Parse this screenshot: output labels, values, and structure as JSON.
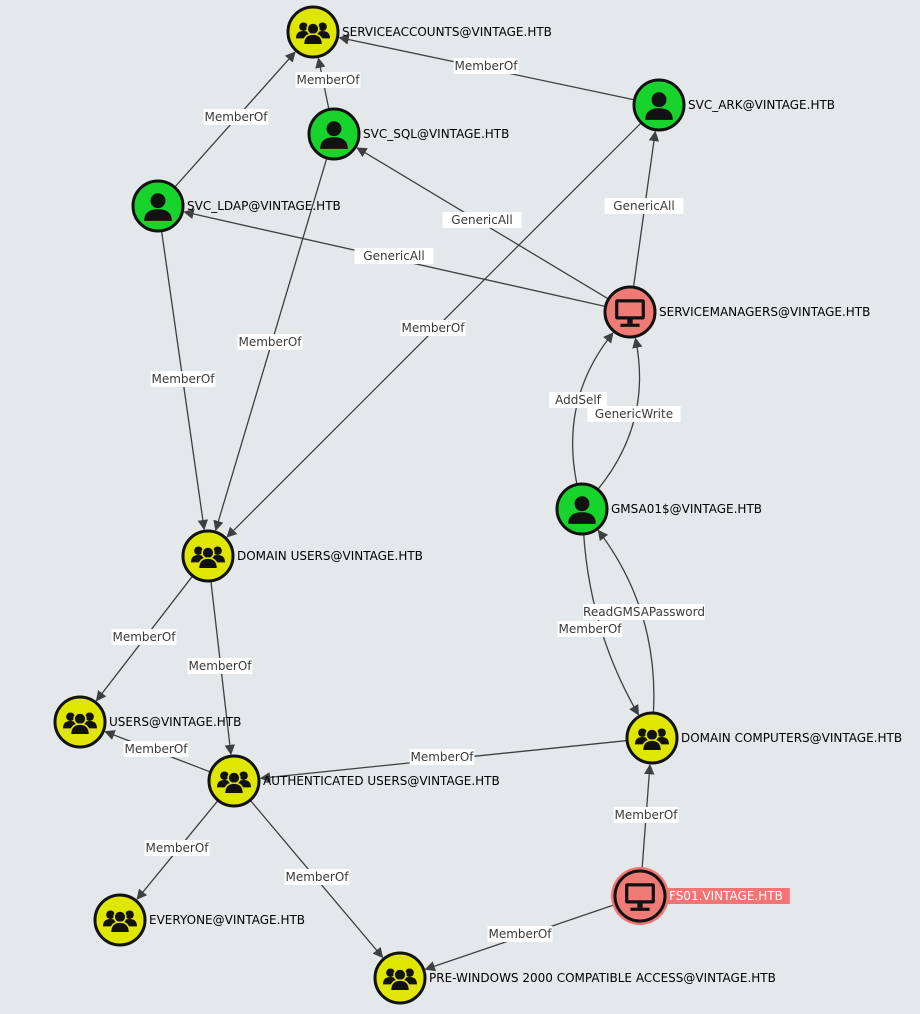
{
  "colors": {
    "group": "#dfe600",
    "user": "#17d32c",
    "computer": "#ef7b76",
    "highlight_ring": "#f47373",
    "highlight_label": "#f47373"
  },
  "nodes": [
    {
      "id": "serviceaccounts",
      "label": "SERVICEACCOUNTS@VINTAGE.HTB",
      "kind": "group",
      "icon": "group-icon"
    },
    {
      "id": "svc_sql",
      "label": "SVC_SQL@VINTAGE.HTB",
      "kind": "user",
      "icon": "user-icon"
    },
    {
      "id": "svc_ark",
      "label": "SVC_ARK@VINTAGE.HTB",
      "kind": "user",
      "icon": "user-icon"
    },
    {
      "id": "svc_ldap",
      "label": "SVC_LDAP@VINTAGE.HTB",
      "kind": "user",
      "icon": "user-icon"
    },
    {
      "id": "servicemanagers",
      "label": "SERVICEMANAGERS@VINTAGE.HTB",
      "kind": "computer",
      "icon": "computer-icon"
    },
    {
      "id": "gmsa01",
      "label": "GMSA01$@VINTAGE.HTB",
      "kind": "user",
      "icon": "user-icon"
    },
    {
      "id": "domain_users",
      "label": "DOMAIN USERS@VINTAGE.HTB",
      "kind": "group",
      "icon": "group-icon"
    },
    {
      "id": "users",
      "label": "USERS@VINTAGE.HTB",
      "kind": "group",
      "icon": "group-icon"
    },
    {
      "id": "domain_computers",
      "label": "DOMAIN COMPUTERS@VINTAGE.HTB",
      "kind": "group",
      "icon": "group-icon"
    },
    {
      "id": "auth_users",
      "label": "AUTHENTICATED USERS@VINTAGE.HTB",
      "kind": "group",
      "icon": "group-icon"
    },
    {
      "id": "fs01",
      "label": "FS01.VINTAGE.HTB",
      "kind": "computer",
      "icon": "computer-icon",
      "highlighted": true
    },
    {
      "id": "everyone",
      "label": "EVERYONE@VINTAGE.HTB",
      "kind": "group",
      "icon": "group-icon"
    },
    {
      "id": "prewin2000",
      "label": "PRE-WINDOWS 2000 COMPATIBLE ACCESS@VINTAGE.HTB",
      "kind": "group",
      "icon": "group-icon"
    }
  ],
  "edges": [
    {
      "source": "svc_sql",
      "target": "serviceaccounts",
      "label": "MemberOf"
    },
    {
      "source": "svc_ark",
      "target": "serviceaccounts",
      "label": "MemberOf"
    },
    {
      "source": "svc_ldap",
      "target": "serviceaccounts",
      "label": "MemberOf"
    },
    {
      "source": "servicemanagers",
      "target": "svc_sql",
      "label": "GenericAll"
    },
    {
      "source": "servicemanagers",
      "target": "svc_ark",
      "label": "GenericAll"
    },
    {
      "source": "servicemanagers",
      "target": "svc_ldap",
      "label": "GenericAll"
    },
    {
      "source": "svc_ark",
      "target": "domain_users",
      "label": "MemberOf"
    },
    {
      "source": "svc_sql",
      "target": "domain_users",
      "label": "MemberOf"
    },
    {
      "source": "svc_ldap",
      "target": "domain_users",
      "label": "MemberOf"
    },
    {
      "source": "gmsa01",
      "target": "servicemanagers",
      "label": "AddSelf"
    },
    {
      "source": "gmsa01",
      "target": "servicemanagers",
      "label": "GenericWrite"
    },
    {
      "source": "gmsa01",
      "target": "domain_computers",
      "label": "MemberOf"
    },
    {
      "source": "domain_computers",
      "target": "gmsa01",
      "label": "ReadGMSAPassword"
    },
    {
      "source": "domain_users",
      "target": "users",
      "label": "MemberOf"
    },
    {
      "source": "domain_users",
      "target": "auth_users",
      "label": "MemberOf"
    },
    {
      "source": "auth_users",
      "target": "users",
      "label": "MemberOf"
    },
    {
      "source": "domain_computers",
      "target": "auth_users",
      "label": "MemberOf"
    },
    {
      "source": "fs01",
      "target": "domain_computers",
      "label": "MemberOf"
    },
    {
      "source": "auth_users",
      "target": "everyone",
      "label": "MemberOf"
    },
    {
      "source": "auth_users",
      "target": "prewin2000",
      "label": "MemberOf"
    },
    {
      "source": "fs01",
      "target": "prewin2000",
      "label": "MemberOf"
    }
  ]
}
